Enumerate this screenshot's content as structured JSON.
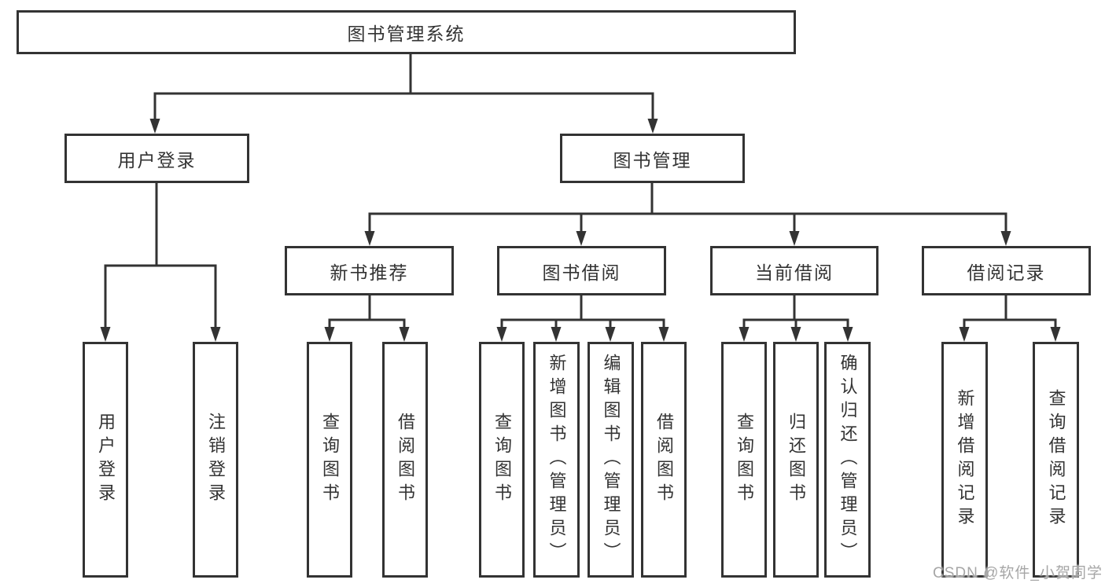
{
  "diagram": {
    "root": {
      "label": "图书管理系统"
    },
    "branches": [
      {
        "label": "用户登录",
        "children": [
          {
            "label": "用户登录"
          },
          {
            "label": "注销登录"
          }
        ]
      },
      {
        "label": "图书管理",
        "children": [
          {
            "label": "新书推荐",
            "children": [
              {
                "label": "查询图书"
              },
              {
                "label": "借阅图书"
              }
            ]
          },
          {
            "label": "图书借阅",
            "children": [
              {
                "label": "查询图书"
              },
              {
                "label": "新增图书（管理员）"
              },
              {
                "label": "编辑图书（管理员）"
              },
              {
                "label": "借阅图书"
              }
            ]
          },
          {
            "label": "当前借阅",
            "children": [
              {
                "label": "查询图书"
              },
              {
                "label": "归还图书"
              },
              {
                "label": "确认归还（管理员）"
              }
            ]
          },
          {
            "label": "借阅记录",
            "children": [
              {
                "label": "新增借阅记录"
              },
              {
                "label": "查询借阅记录"
              }
            ]
          }
        ]
      }
    ],
    "watermark": "CSDN @软件_小贺同学",
    "colors": {
      "line": "#333333",
      "box_border": "#333333",
      "text": "#333333",
      "watermark": "#9e9e9e",
      "background": "#ffffff"
    }
  }
}
